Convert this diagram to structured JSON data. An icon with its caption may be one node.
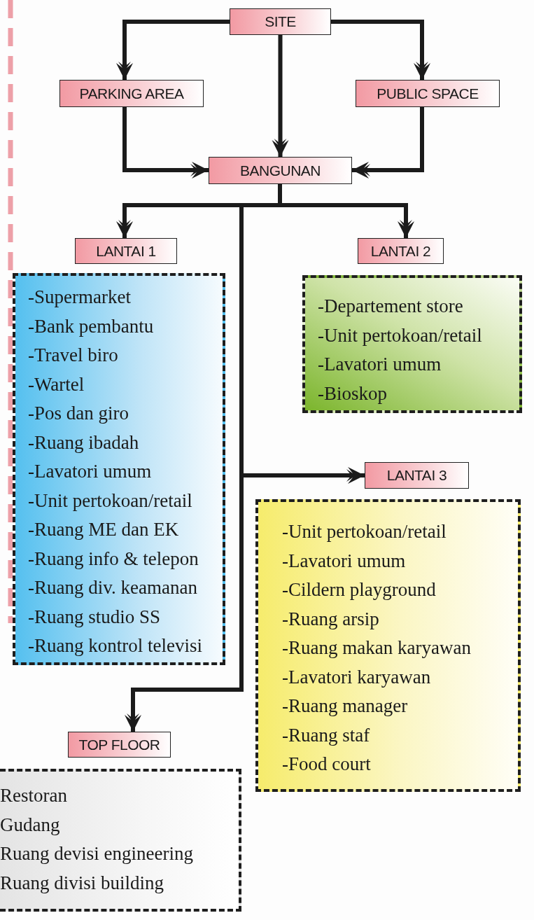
{
  "diagram": {
    "nodes": [
      {
        "text": [
          "SITE"
        ]
      },
      {
        "text": [
          "PARKING AREA"
        ]
      },
      {
        "text": [
          "PUBLIC SPACE"
        ]
      },
      {
        "text": [
          "BANGUNAN"
        ]
      },
      {
        "text": [
          "LANTAI 1"
        ]
      },
      {
        "text": [
          "-Supermarket",
          "-Bank pembantu",
          "-Travel biro",
          "-Wartel",
          "-Pos dan giro",
          "-Ruang ibadah",
          "-Lavatori umum",
          "-Unit pertokoan/retail",
          "-Ruang ME dan EK",
          "-Ruang info & telepon",
          "-Ruang div. keamanan",
          "-Ruang studio SS",
          "-Ruang kontrol televisi"
        ]
      },
      {
        "text": [
          "LANTAI 2"
        ]
      },
      {
        "text": [
          "-Departement store",
          "-Unit pertokoan/retail",
          "-Lavatori umum",
          "-Bioskop"
        ]
      },
      {
        "text": [
          "LANTAI 3"
        ]
      },
      {
        "text": [
          "-Unit pertokoan/retail",
          "-Lavatori umum",
          "-Cildern playground",
          "-Ruang arsip",
          "-Ruang makan karyawan",
          "-Lavatori karyawan",
          "-Ruang manager",
          "-Ruang staf",
          "-Food court"
        ]
      },
      {
        "text": [
          "TOP FLOOR"
        ]
      },
      {
        "text": [
          "Restoran",
          "Gudang",
          "Ruang devisi engineering",
          "Ruang divisi building"
        ]
      }
    ],
    "edges": [
      {
        "from": 0,
        "to": 1,
        "arrow": "to"
      },
      {
        "from": 0,
        "to": 2,
        "arrow": "to"
      },
      {
        "from": 0,
        "to": 3,
        "arrow": "to"
      },
      {
        "from": 1,
        "to": 3,
        "arrow": "to"
      },
      {
        "from": 2,
        "to": 3,
        "arrow": "to"
      },
      {
        "from": 3,
        "to": 4,
        "arrow": "to"
      },
      {
        "from": 3,
        "to": 6,
        "arrow": "to"
      },
      {
        "from": 3,
        "to": 8,
        "arrow": "to"
      },
      {
        "from": 3,
        "to": 10,
        "arrow": "to"
      }
    ]
  }
}
